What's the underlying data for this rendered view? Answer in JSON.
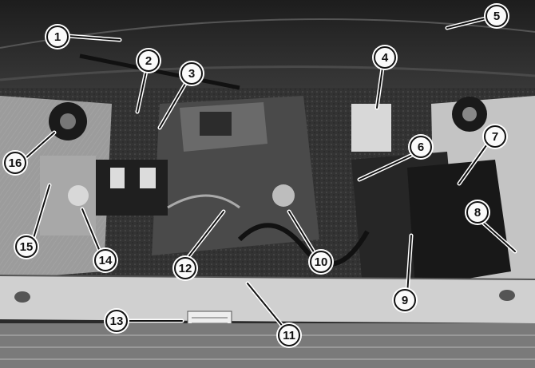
{
  "figure": {
    "kind": "annotated photograph of engine compartment",
    "callouts": [
      {
        "label": "1"
      },
      {
        "label": "2"
      },
      {
        "label": "3"
      },
      {
        "label": "4"
      },
      {
        "label": "5"
      },
      {
        "label": "6"
      },
      {
        "label": "7"
      },
      {
        "label": "8"
      },
      {
        "label": "9"
      },
      {
        "label": "10"
      },
      {
        "label": "11"
      },
      {
        "label": "12"
      },
      {
        "label": "13"
      },
      {
        "label": "14"
      },
      {
        "label": "15"
      },
      {
        "label": "16"
      }
    ]
  }
}
